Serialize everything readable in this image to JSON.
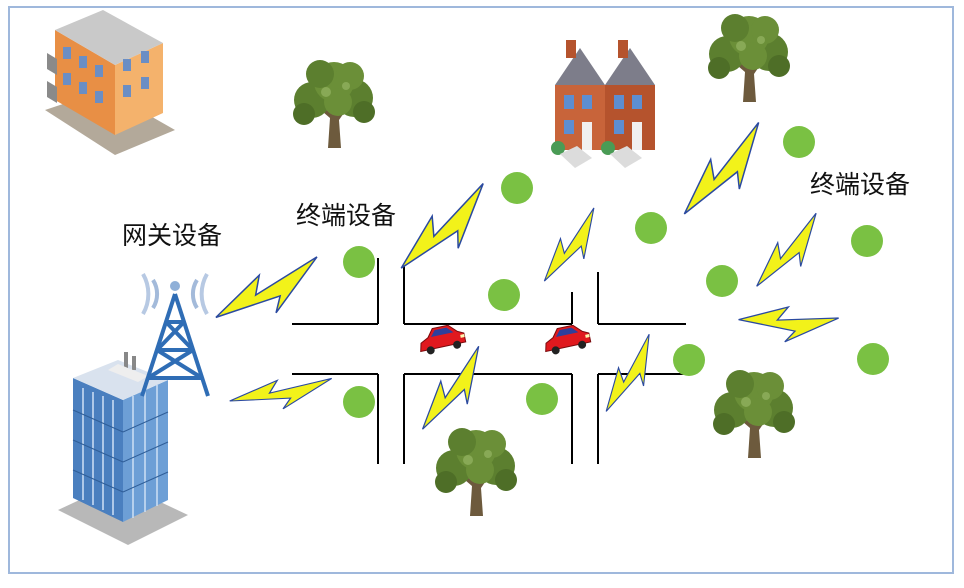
{
  "labels": {
    "gateway": "网关设备",
    "terminal_left": "终端设备",
    "terminal_right": "终端设备"
  },
  "colors": {
    "node": "#7ac143",
    "bolt_fill": "#f2f21a",
    "bolt_stroke": "#2b4aa0",
    "tower": "#2f6db5",
    "road": "#000000",
    "frame": "#9fb8dc",
    "car": "#e0191e",
    "tree_foliage": "#5c7f2f",
    "tree_trunk": "#6d5a3d"
  },
  "icons": {
    "tower": "radio-tower-icon",
    "office": "office-building-icon",
    "apartment": "apartment-building-icon",
    "houses": "houses-icon",
    "tree": "tree-icon",
    "car": "car-icon",
    "signal": "lightning-signal-icon",
    "node": "terminal-node-icon"
  }
}
